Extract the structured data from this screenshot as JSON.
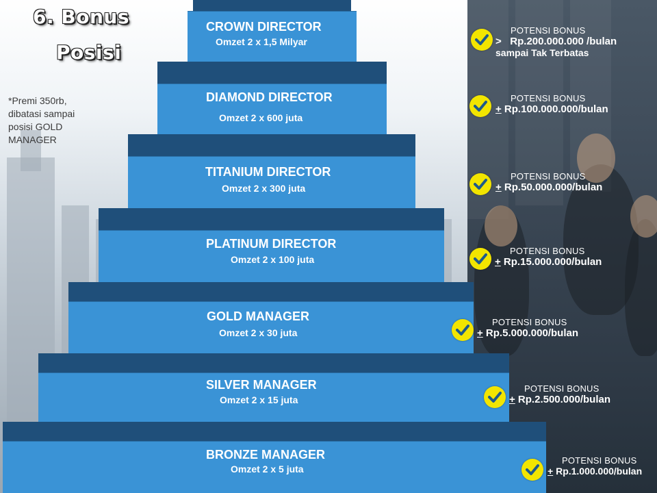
{
  "title": {
    "line1": "6. Bonus",
    "line2": "Posisi"
  },
  "note": "*Premi 350rb, dibatasi sampai posisi GOLD MANAGER",
  "levels": [
    {
      "name": "CROWN DIRECTOR",
      "omzet": "Omzet 2 x 1,5 Milyar"
    },
    {
      "name": "DIAMOND DIRECTOR",
      "omzet": "Omzet 2 x 600 juta"
    },
    {
      "name": "TITANIUM DIRECTOR",
      "omzet": "Omzet 2 x 300 juta"
    },
    {
      "name": "PLATINUM DIRECTOR",
      "omzet": "Omzet 2 x 100 juta"
    },
    {
      "name": "GOLD MANAGER",
      "omzet": "Omzet 2 x 30 juta"
    },
    {
      "name": "SILVER MANAGER",
      "omzet": "Omzet 2 x 15 juta"
    },
    {
      "name": "BRONZE MANAGER",
      "omzet": "Omzet 2 x 5 juta"
    }
  ],
  "bonuses": [
    {
      "title": "POTENSI BONUS",
      "prefix": ">",
      "value": "Rp.200.000.000  /bulan",
      "extra": "sampai Tak Terbatas"
    },
    {
      "title": "POTENSI BONUS",
      "prefix": "+",
      "value": " Rp.100.000.000/bulan"
    },
    {
      "title": "POTENSI BONUS",
      "prefix": "+",
      "value": " Rp.50.000.000/bulan"
    },
    {
      "title": "POTENSI BONUS",
      "prefix": "+",
      "value": " Rp.15.000.000/bulan"
    },
    {
      "title": "POTENSI BONUS",
      "prefix": "+",
      "value": " Rp.5.000.000/bulan"
    },
    {
      "title": "POTENSI BONUS",
      "prefix": "+",
      "value": " Rp.2.500.000/bulan"
    },
    {
      "title": "POTENSI BONUS",
      "prefix": "+",
      "value": " Rp.1.000.000/bulan"
    }
  ],
  "colors": {
    "step_front": "#3a93d6",
    "step_top": "#1f4f7a",
    "check": "#f2e500",
    "check_mark": "#1e5a8a"
  },
  "icons": {
    "check": "checkmark-circle-icon"
  }
}
